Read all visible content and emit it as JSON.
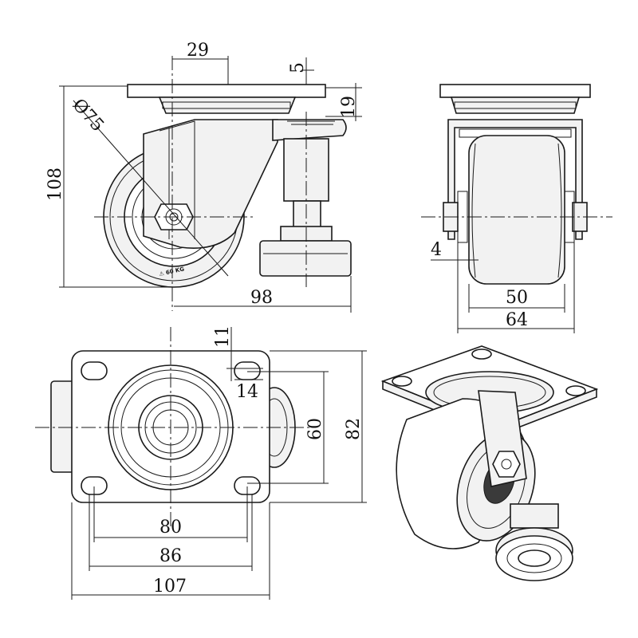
{
  "dimensions": {
    "side_29": "29",
    "side_5": "5",
    "side_19": "19",
    "side_dia75": "Ø75",
    "side_108": "108",
    "side_98": "98",
    "front_4": "4",
    "front_50": "50",
    "front_64": "64",
    "top_11": "11",
    "top_14": "14",
    "top_60": "60",
    "top_82": "82",
    "top_80": "80",
    "top_86": "86",
    "top_107": "107"
  },
  "wheel_marking": "⚠ 60 KG"
}
